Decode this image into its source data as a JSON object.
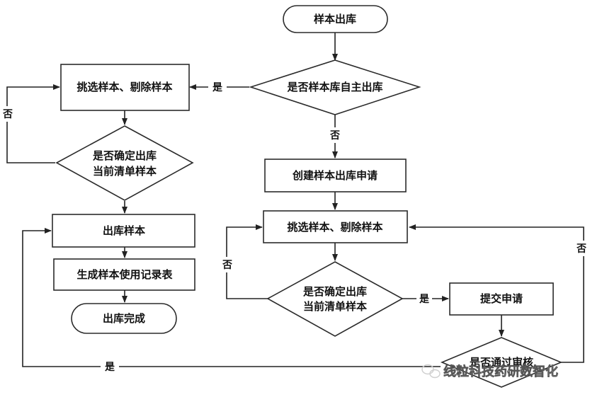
{
  "nodes": {
    "start": "样本出库",
    "d1": "是否样本库自主出库",
    "create": "创建样本出库申请",
    "pick_right": "挑选样本、剔除样本",
    "d3": [
      "是否确定出库",
      "当前清单样本"
    ],
    "submit": "提交申请",
    "d4": "是否通过审核",
    "pick_left": "挑选样本、剔除样本",
    "d2": [
      "是否确定出库",
      "当前清单样本"
    ],
    "out": "出库样本",
    "record": "生成样本使用记录表",
    "done": "出库完成"
  },
  "edge_labels": {
    "d1_yes": "是",
    "d1_no": "否",
    "d2_no": "否",
    "d3_yes": "是",
    "d3_no": "否",
    "d4_no": "否",
    "d4_yes": "是"
  },
  "watermark": "线粒科技药研数智化"
}
